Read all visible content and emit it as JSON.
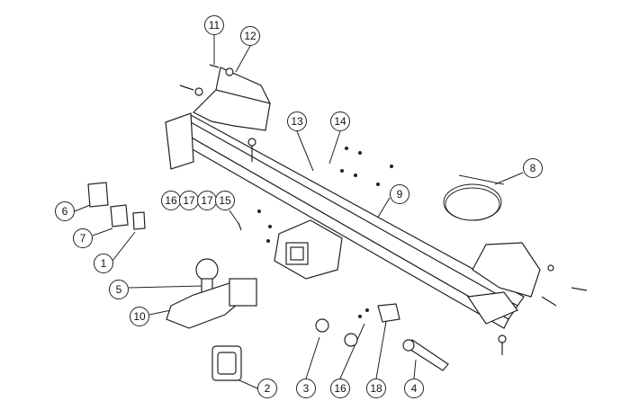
{
  "diagram": {
    "title": "Tow bar exploded parts diagram",
    "callouts": [
      {
        "id": "c11",
        "label": "11"
      },
      {
        "id": "c12",
        "label": "12"
      },
      {
        "id": "c13",
        "label": "13"
      },
      {
        "id": "c14",
        "label": "14"
      },
      {
        "id": "c8",
        "label": "8"
      },
      {
        "id": "c9",
        "label": "9"
      },
      {
        "id": "c16a",
        "label": "16"
      },
      {
        "id": "c17a",
        "label": "17"
      },
      {
        "id": "c17b",
        "label": "17"
      },
      {
        "id": "c15",
        "label": "15"
      },
      {
        "id": "c6",
        "label": "6"
      },
      {
        "id": "c7",
        "label": "7"
      },
      {
        "id": "c1",
        "label": "1"
      },
      {
        "id": "c5",
        "label": "5"
      },
      {
        "id": "c10",
        "label": "10"
      },
      {
        "id": "c2",
        "label": "2"
      },
      {
        "id": "c3",
        "label": "3"
      },
      {
        "id": "c16b",
        "label": "16"
      },
      {
        "id": "c18",
        "label": "18"
      },
      {
        "id": "c4",
        "label": "4"
      }
    ]
  }
}
